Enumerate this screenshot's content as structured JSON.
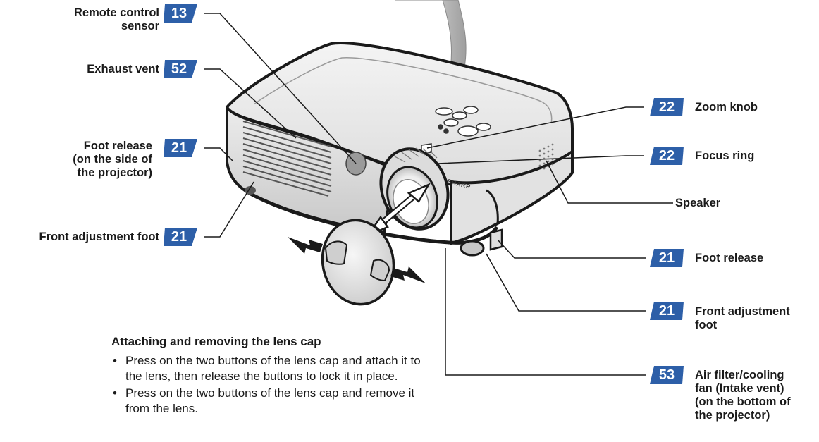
{
  "labels": {
    "remote_sensor": {
      "line1": "Remote control",
      "line2": "sensor",
      "page": "13"
    },
    "exhaust_vent": {
      "text": "Exhaust vent",
      "page": "52"
    },
    "foot_release_side": {
      "line1": "Foot release",
      "line2": "(on the side of",
      "line3": "the projector)",
      "page": "21"
    },
    "front_foot_left": {
      "text": "Front adjustment foot",
      "page": "21"
    },
    "zoom_knob": {
      "text": "Zoom knob",
      "page": "22"
    },
    "focus_ring": {
      "text": "Focus ring",
      "page": "22"
    },
    "speaker": {
      "text": "Speaker"
    },
    "foot_release_right": {
      "text": "Foot release",
      "page": "21"
    },
    "front_foot_right": {
      "line1": "Front adjustment",
      "line2": "foot",
      "page": "21"
    },
    "air_filter": {
      "line1": "Air filter/cooling",
      "line2": "fan (Intake vent)",
      "line3": "(on the bottom of",
      "line4": "the projector)",
      "page": "53"
    }
  },
  "lens_cap": {
    "title": "Attaching and removing the lens cap",
    "bullets": [
      "Press on the two buttons of the lens cap and attach it to the lens, then release the buttons to lock it in place.",
      "Press on the two buttons of the lens cap and remove it from the lens."
    ]
  },
  "projector_brand": "SHARP",
  "colors": {
    "badge": "#2d5fa8",
    "line": "#1a1a1a",
    "arrow_gray": "#a8a8a8"
  }
}
